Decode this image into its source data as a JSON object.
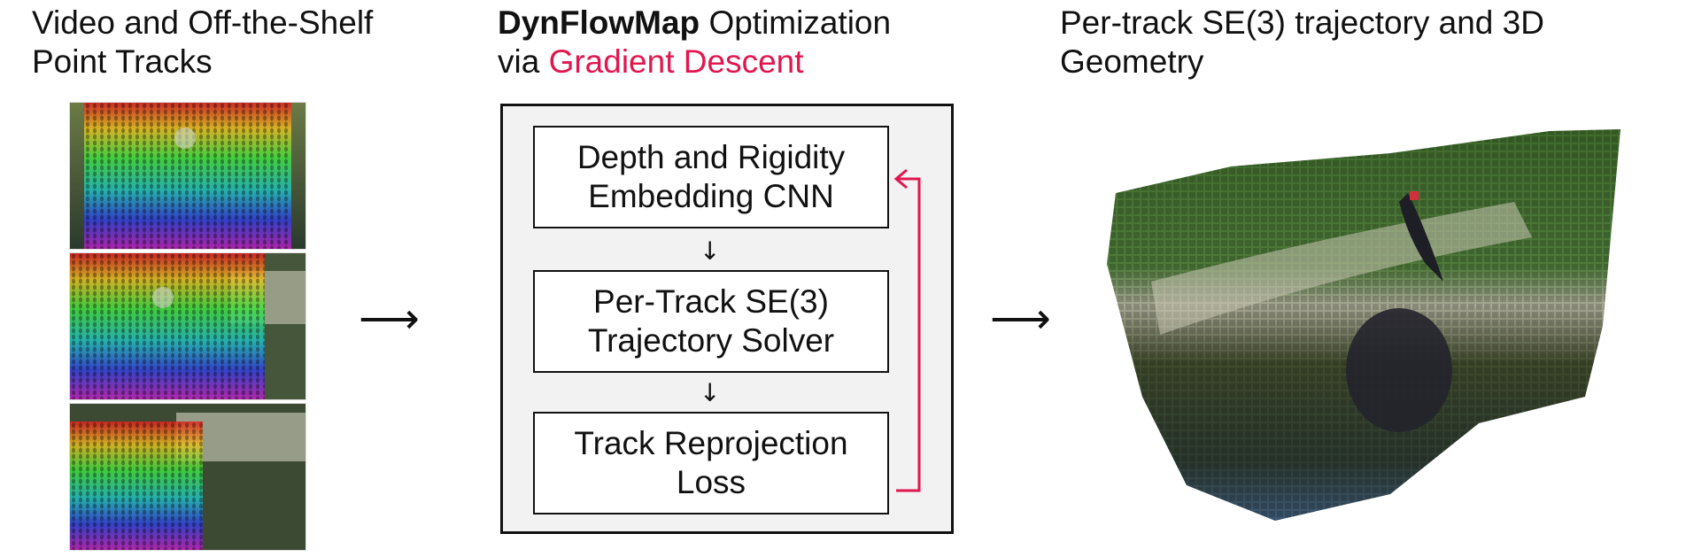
{
  "col1": {
    "title_line1": "Video and Off-the-Shelf",
    "title_line2": "Point Tracks"
  },
  "col2": {
    "title_bold": "DynFlowMap",
    "title_rest": " Optimization",
    "title_line2_prefix": "via ",
    "title_line2_accent": "Gradient Descent",
    "boxes": [
      {
        "label": "Depth and Rigidity\nEmbedding CNN"
      },
      {
        "label": "Per-Track SE(3)\nTrajectory Solver"
      },
      {
        "label": "Track Reprojection\nLoss"
      }
    ]
  },
  "col3": {
    "title_line1": "Per-track SE(3) trajectory and 3D",
    "title_line2": "Geometry"
  },
  "glyphs": {
    "right_arrow": "⟶",
    "down_arrow": "↓"
  },
  "colors": {
    "accent": "#e0174f",
    "panel_bg": "#f2f2f2"
  }
}
